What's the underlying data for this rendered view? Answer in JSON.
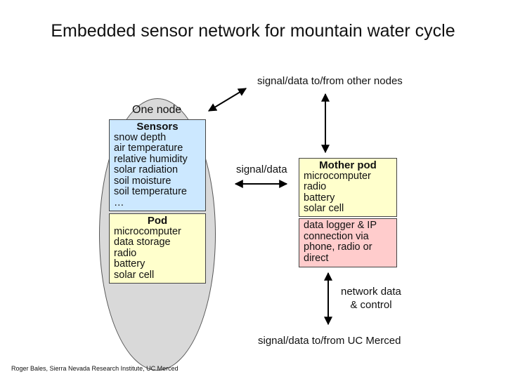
{
  "title": "Embedded sensor network for mountain water cycle",
  "node": {
    "label": "One node",
    "sensors": {
      "header": "Sensors",
      "items": [
        "snow depth",
        "air temperature",
        "relative humidity",
        "solar radiation",
        "soil moisture",
        "soil temperature",
        "…"
      ]
    },
    "pod": {
      "header": "Pod",
      "items": [
        "microcomputer",
        "data storage",
        "radio",
        "battery",
        "solar cell"
      ]
    }
  },
  "mother_pod": {
    "header": "Mother pod",
    "items": [
      "microcomputer",
      "radio",
      "battery",
      "solar cell"
    ]
  },
  "logger": {
    "text": "data logger & IP connection via phone, radio or direct"
  },
  "labels": {
    "other_nodes": "signal/data to/from other nodes",
    "signal_data": "signal/data",
    "network_line1": "network data",
    "network_line2": "& control",
    "uc_merced": "signal/data to/from UC Merced"
  },
  "credit": "Roger Bales, Sierra Nevada Research Institute, UC Merced",
  "colors": {
    "sensors_fill": "#cce8ff",
    "pod_fill": "#ffffcc",
    "mother_fill": "#ffffcc",
    "logger_fill": "#ffcccc",
    "node_fill": "#d9d9d9"
  }
}
